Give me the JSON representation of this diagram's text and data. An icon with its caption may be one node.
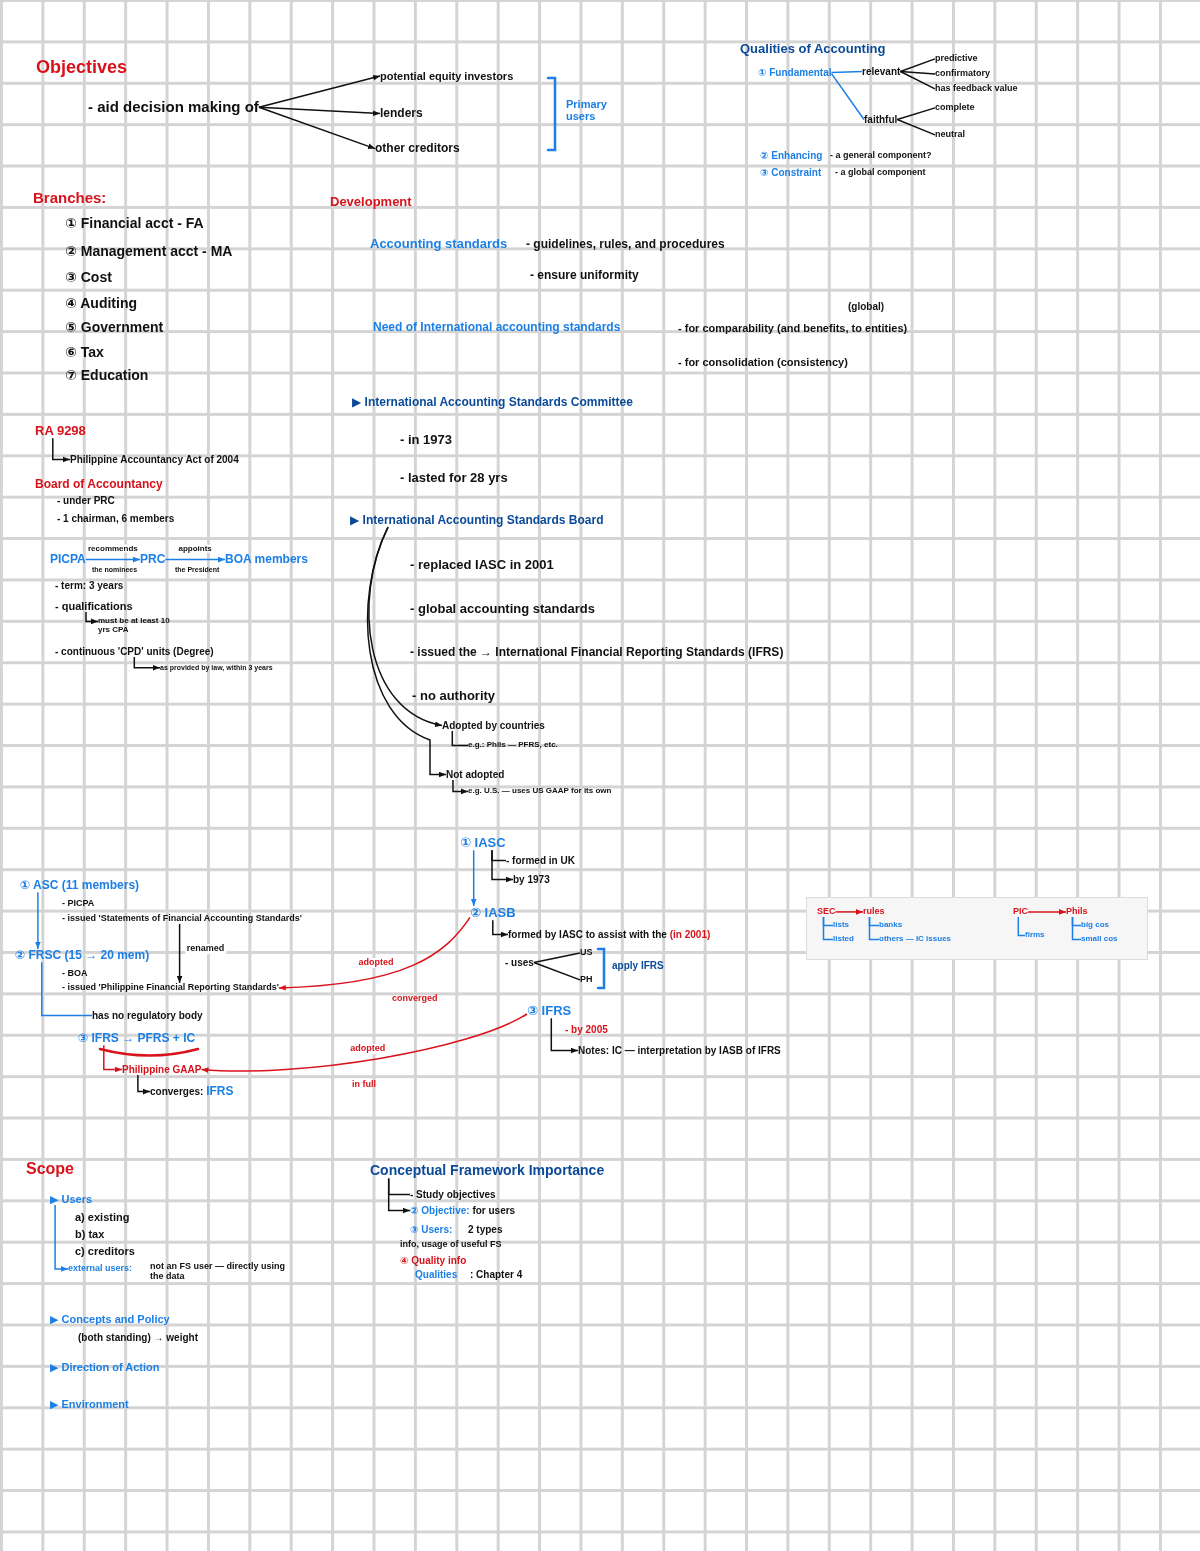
{
  "diagram": {
    "nodes": [
      {
        "text": [
          "- aid decision making of"
        ]
      },
      {
        "text": [
          "potential equity investors"
        ]
      },
      {
        "text": [
          "lenders"
        ]
      },
      {
        "text": [
          "other creditors"
        ]
      },
      {
        "text": [
          "① Fundamental"
        ]
      },
      {
        "text": [
          "relevant"
        ]
      },
      {
        "text": [
          "faithful"
        ]
      },
      {
        "text": [
          "predictive"
        ]
      },
      {
        "text": [
          "confirmatory"
        ]
      },
      {
        "text": [
          "has feedback value"
        ]
      },
      {
        "text": [
          "complete"
        ]
      },
      {
        "text": [
          "neutral"
        ]
      },
      {
        "text": [
          "RA 9298"
        ]
      },
      {
        "text": [
          "Philippine Accountancy Act of 2004"
        ]
      },
      {
        "text": [
          "PICPA"
        ]
      },
      {
        "text": [
          "PRC"
        ]
      },
      {
        "text": [
          "BOA members"
        ]
      },
      {
        "text": [
          "- qualifications"
        ]
      },
      {
        "text": [
          "must be at least 10 yrs CPA"
        ]
      },
      {
        "text": [
          "- continuous 'CPD' units (Degree)"
        ]
      },
      {
        "text": [
          "as provided by law, within 3 years"
        ]
      },
      {
        "text": [
          "▶ International Accounting Standards Board"
        ]
      },
      {
        "text": [
          "Adopted by countries"
        ]
      },
      {
        "text": [
          "e.g.: Phils — PFRS, etc."
        ]
      },
      {
        "text": [
          "Not adopted"
        ]
      },
      {
        "text": [
          "e.g. U.S. — uses US GAAP for its own"
        ]
      },
      {
        "text": [
          "① IASC"
        ]
      },
      {
        "text": [
          "- formed in UK"
        ]
      },
      {
        "text": [
          "by 1973"
        ]
      },
      {
        "text": [
          "② IASB"
        ]
      },
      {
        "text": [
          "formed by IASC to assist with the",
          "(in 2001)"
        ]
      },
      {
        "text": [
          "- uses"
        ]
      },
      {
        "text": [
          "US"
        ]
      },
      {
        "text": [
          "PH"
        ]
      },
      {
        "text": [
          "③ IFRS"
        ]
      },
      {
        "text": [
          "Notes: IC — interpretation by IASB of IFRS"
        ]
      },
      {
        "text": [
          "① ASC (11 members)"
        ]
      },
      {
        "text": [
          "- issued 'Statements of Financial Accounting Standards'"
        ]
      },
      {
        "text": [
          "② FRSC (15 → 20 mem)"
        ]
      },
      {
        "text": [
          "- issued 'Philippine Financial Reporting Standards'"
        ]
      },
      {
        "text": [
          "has no regulatory body"
        ]
      },
      {
        "text": [
          "③ IFRS → PFRS + IC"
        ]
      },
      {
        "text": [
          "Philippine GAAP"
        ]
      },
      {
        "text": [
          "converges:",
          "IFRS"
        ]
      },
      {
        "text": [],
        "shape": "box"
      },
      {
        "text": [
          "SEC"
        ],
        "in": 44
      },
      {
        "text": [
          "rules"
        ],
        "in": 44
      },
      {
        "text": [
          "lists"
        ],
        "in": 44
      },
      {
        "text": [
          "listed"
        ],
        "in": 44
      },
      {
        "text": [
          "banks"
        ],
        "in": 44
      },
      {
        "text": [
          "others — IC issues"
        ],
        "in": 44
      },
      {
        "text": [
          "PIC"
        ],
        "in": 44
      },
      {
        "text": [
          "Phils"
        ],
        "in": 44
      },
      {
        "text": [
          "firms"
        ],
        "in": 44
      },
      {
        "text": [
          "big cos"
        ],
        "in": 44
      },
      {
        "text": [
          "small cos"
        ],
        "in": 44
      },
      {
        "text": [
          "▶ Users"
        ]
      },
      {
        "text": [
          "external users:"
        ]
      },
      {
        "text": [
          "Conceptual Framework Importance"
        ]
      },
      {
        "text": [
          "- Study objectives"
        ]
      },
      {
        "text": [
          "② Objective:",
          "for users"
        ]
      }
    ],
    "edges": [
      {
        "from": 0,
        "to": 1,
        "arrow": "to"
      },
      {
        "from": 0,
        "to": 2,
        "arrow": "to"
      },
      {
        "from": 0,
        "to": 3,
        "arrow": "to"
      },
      {
        "from": 4,
        "to": 5,
        "arrow": "none",
        "color": "#1c7fe6"
      },
      {
        "from": 4,
        "to": 6,
        "arrow": "none",
        "color": "#1c7fe6"
      },
      {
        "from": 5,
        "to": 7,
        "arrow": "none"
      },
      {
        "from": 5,
        "to": 8,
        "arrow": "none"
      },
      {
        "from": 5,
        "to": 9,
        "arrow": "none"
      },
      {
        "from": 6,
        "to": 10,
        "arrow": "none"
      },
      {
        "from": 6,
        "to": 11,
        "arrow": "none"
      },
      {
        "from": 12,
        "to": 13,
        "arrow": "to"
      },
      {
        "from": 14,
        "to": 15,
        "arrow": "to",
        "label": "recommends",
        "color": "#1c7fe6"
      },
      {
        "from": 15,
        "to": 16,
        "arrow": "to",
        "label": "appoints",
        "color": "#1c7fe6"
      },
      {
        "from": 17,
        "to": 18,
        "arrow": "to"
      },
      {
        "from": 19,
        "to": 20,
        "arrow": "to"
      },
      {
        "from": 21,
        "to": 22,
        "arrow": "to"
      },
      {
        "from": 21,
        "to": 24,
        "arrow": "to"
      },
      {
        "from": 22,
        "to": 23,
        "arrow": "none"
      },
      {
        "from": 24,
        "to": 25,
        "arrow": "to"
      },
      {
        "from": 26,
        "to": 27,
        "arrow": "none"
      },
      {
        "from": 26,
        "to": 28,
        "arrow": "to"
      },
      {
        "from": 26,
        "to": 29,
        "arrow": "to",
        "color": "#1c7fe6"
      },
      {
        "from": 29,
        "to": 30,
        "arrow": "to"
      },
      {
        "from": 31,
        "to": 32,
        "arrow": "none"
      },
      {
        "from": 31,
        "to": 33,
        "arrow": "none"
      },
      {
        "from": 29,
        "to": 39,
        "arrow": "to",
        "label": "adopted",
        "color": "#d8121b"
      },
      {
        "from": 34,
        "to": 42,
        "arrow": "to",
        "label": "adopted",
        "color": "#d8121b"
      },
      {
        "from": 34,
        "to": 35,
        "arrow": "to"
      },
      {
        "from": 36,
        "to": 38,
        "arrow": "to",
        "color": "#1c7fe6"
      },
      {
        "from": 37,
        "to": 39,
        "arrow": "to",
        "label": "renamed"
      },
      {
        "from": 38,
        "to": 40,
        "arrow": "none",
        "color": "#1c7fe6"
      },
      {
        "from": 41,
        "to": 42,
        "arrow": "to",
        "color": "#d8121b"
      },
      {
        "from": 42,
        "to": 43,
        "arrow": "to"
      },
      {
        "from": 45,
        "to": 46,
        "arrow": "to",
        "color": "#d8121b"
      },
      {
        "from": 45,
        "to": 47,
        "arrow": "none",
        "color": "#1c7fe6"
      },
      {
        "from": 45,
        "to": 48,
        "arrow": "none",
        "color": "#1c7fe6"
      },
      {
        "from": 46,
        "to": 49,
        "arrow": "none",
        "color": "#1c7fe6"
      },
      {
        "from": 46,
        "to": 50,
        "arrow": "none",
        "color": "#1c7fe6"
      },
      {
        "from": 51,
        "to": 52,
        "arrow": "to",
        "color": "#d8121b"
      },
      {
        "from": 51,
        "to": 53,
        "arrow": "none",
        "color": "#1c7fe6"
      },
      {
        "from": 52,
        "to": 54,
        "arrow": "none",
        "color": "#1c7fe6"
      },
      {
        "from": 52,
        "to": 55,
        "arrow": "none",
        "color": "#1c7fe6"
      },
      {
        "from": 56,
        "to": 57,
        "arrow": "to",
        "color": "#1c7fe6"
      },
      {
        "from": 58,
        "to": 59,
        "arrow": "none"
      },
      {
        "from": 58,
        "to": 60,
        "arrow": "to"
      }
    ],
    "labels": [
      "Objectives",
      "Primary users",
      "Qualities of Accounting",
      "② Enhancing",
      "- a general component?",
      "③ Constraint",
      "- a global component",
      "Branches:",
      "① Financial acct - FA",
      "② Management acct - MA",
      "③ Cost",
      "④ Auditing",
      "⑤ Government",
      "⑥ Tax",
      "⑦ Education",
      "Board of Accountancy",
      "- under PRC",
      "- 1 chairman, 6 members",
      "the nominees",
      "the President",
      "- term: 3 years",
      "Development",
      "Accounting standards",
      "- guidelines, rules, and procedures",
      "- ensure uniformity",
      "Need of International accounting standards",
      "(global)",
      "- for comparability (and benefits, to entities)",
      "- for consolidation (consistency)",
      "▶ International Accounting Standards Committee",
      "- in 1973",
      "- lasted for 28 yrs",
      "- replaced IASC in 2001",
      "- global accounting standards",
      "- issued the → International Financial Reporting Standards (IFRS)",
      "- no authority",
      "- PICPA",
      "- BOA",
      "converged",
      "apply IFRS",
      "- by 2005",
      "in full",
      "Scope",
      "a) existing",
      "b) tax",
      "c) creditors",
      "not an FS user — directly using the data",
      "▶ Concepts and Policy",
      "(both standing) → weight",
      "▶ Direction of Action",
      "▶ Environment",
      "③ Users:",
      "2 types",
      "info, usage of useful FS",
      "④ Quality info",
      "Qualities",
      ": Chapter 4"
    ]
  }
}
